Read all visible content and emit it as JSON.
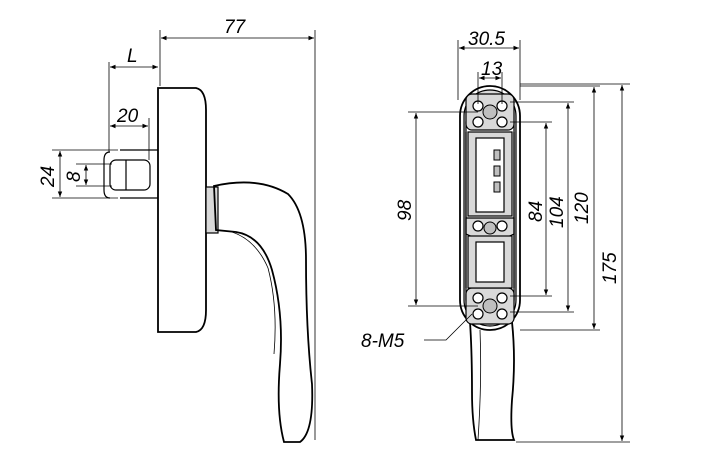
{
  "side_view": {
    "overall_length": "77",
    "spindle_length": "L",
    "spindle_base": "20",
    "rose_height": "24",
    "spindle_square": "8"
  },
  "front_view": {
    "rose_width": "30.5",
    "hole_spacing": "13",
    "height_98": "98",
    "height_84": "84",
    "height_104": "104",
    "height_120": "120",
    "overall_height": "175",
    "screw_callout": "8-M5"
  }
}
